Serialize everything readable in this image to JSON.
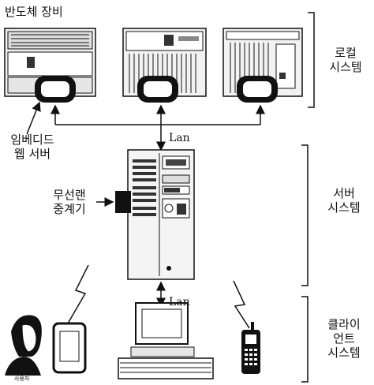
{
  "labels": {
    "semiconductor_equipment": "반도체 장비",
    "embedded_web_server": "임베디드\n웹 서버",
    "wireless_lan_repeater": "무선랜\n중계기",
    "lan_top": "Lan",
    "lan_bottom": "Lan",
    "local_system": "로컬\n시스템",
    "server_system": "서버\n시스템",
    "client_system": "클라이\n언트\n시스템",
    "user": "사용자"
  },
  "icons": {
    "equipment": "semiconductor-equipment-rack-icon",
    "embedded_server": "embedded-web-server-module-icon",
    "server": "server-tower-icon",
    "repeater": "wireless-repeater-icon",
    "pda": "pda-icon",
    "pc": "desktop-pc-icon",
    "phone": "mobile-phone-icon",
    "person": "user-person-icon",
    "wireless": "lightning-wireless-signal-icon"
  },
  "colors": {
    "ink": "#111111",
    "paper": "#ffffff",
    "shade": "#bdbdbd",
    "light": "#e9e9e9"
  }
}
